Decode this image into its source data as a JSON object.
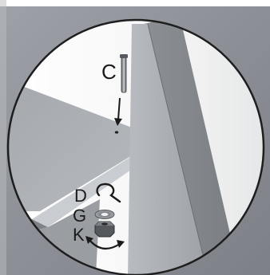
{
  "parts": {
    "bolt_label": "C",
    "lock_washer_label": "D",
    "washer_label": "G",
    "nut_label": "K"
  },
  "colors": {
    "background": "#8f9399",
    "inner_light": "#f7f7f7",
    "shelf_top": "#b2b6bb",
    "post_front": "#a9adb2",
    "hardware": "#6d7177"
  }
}
